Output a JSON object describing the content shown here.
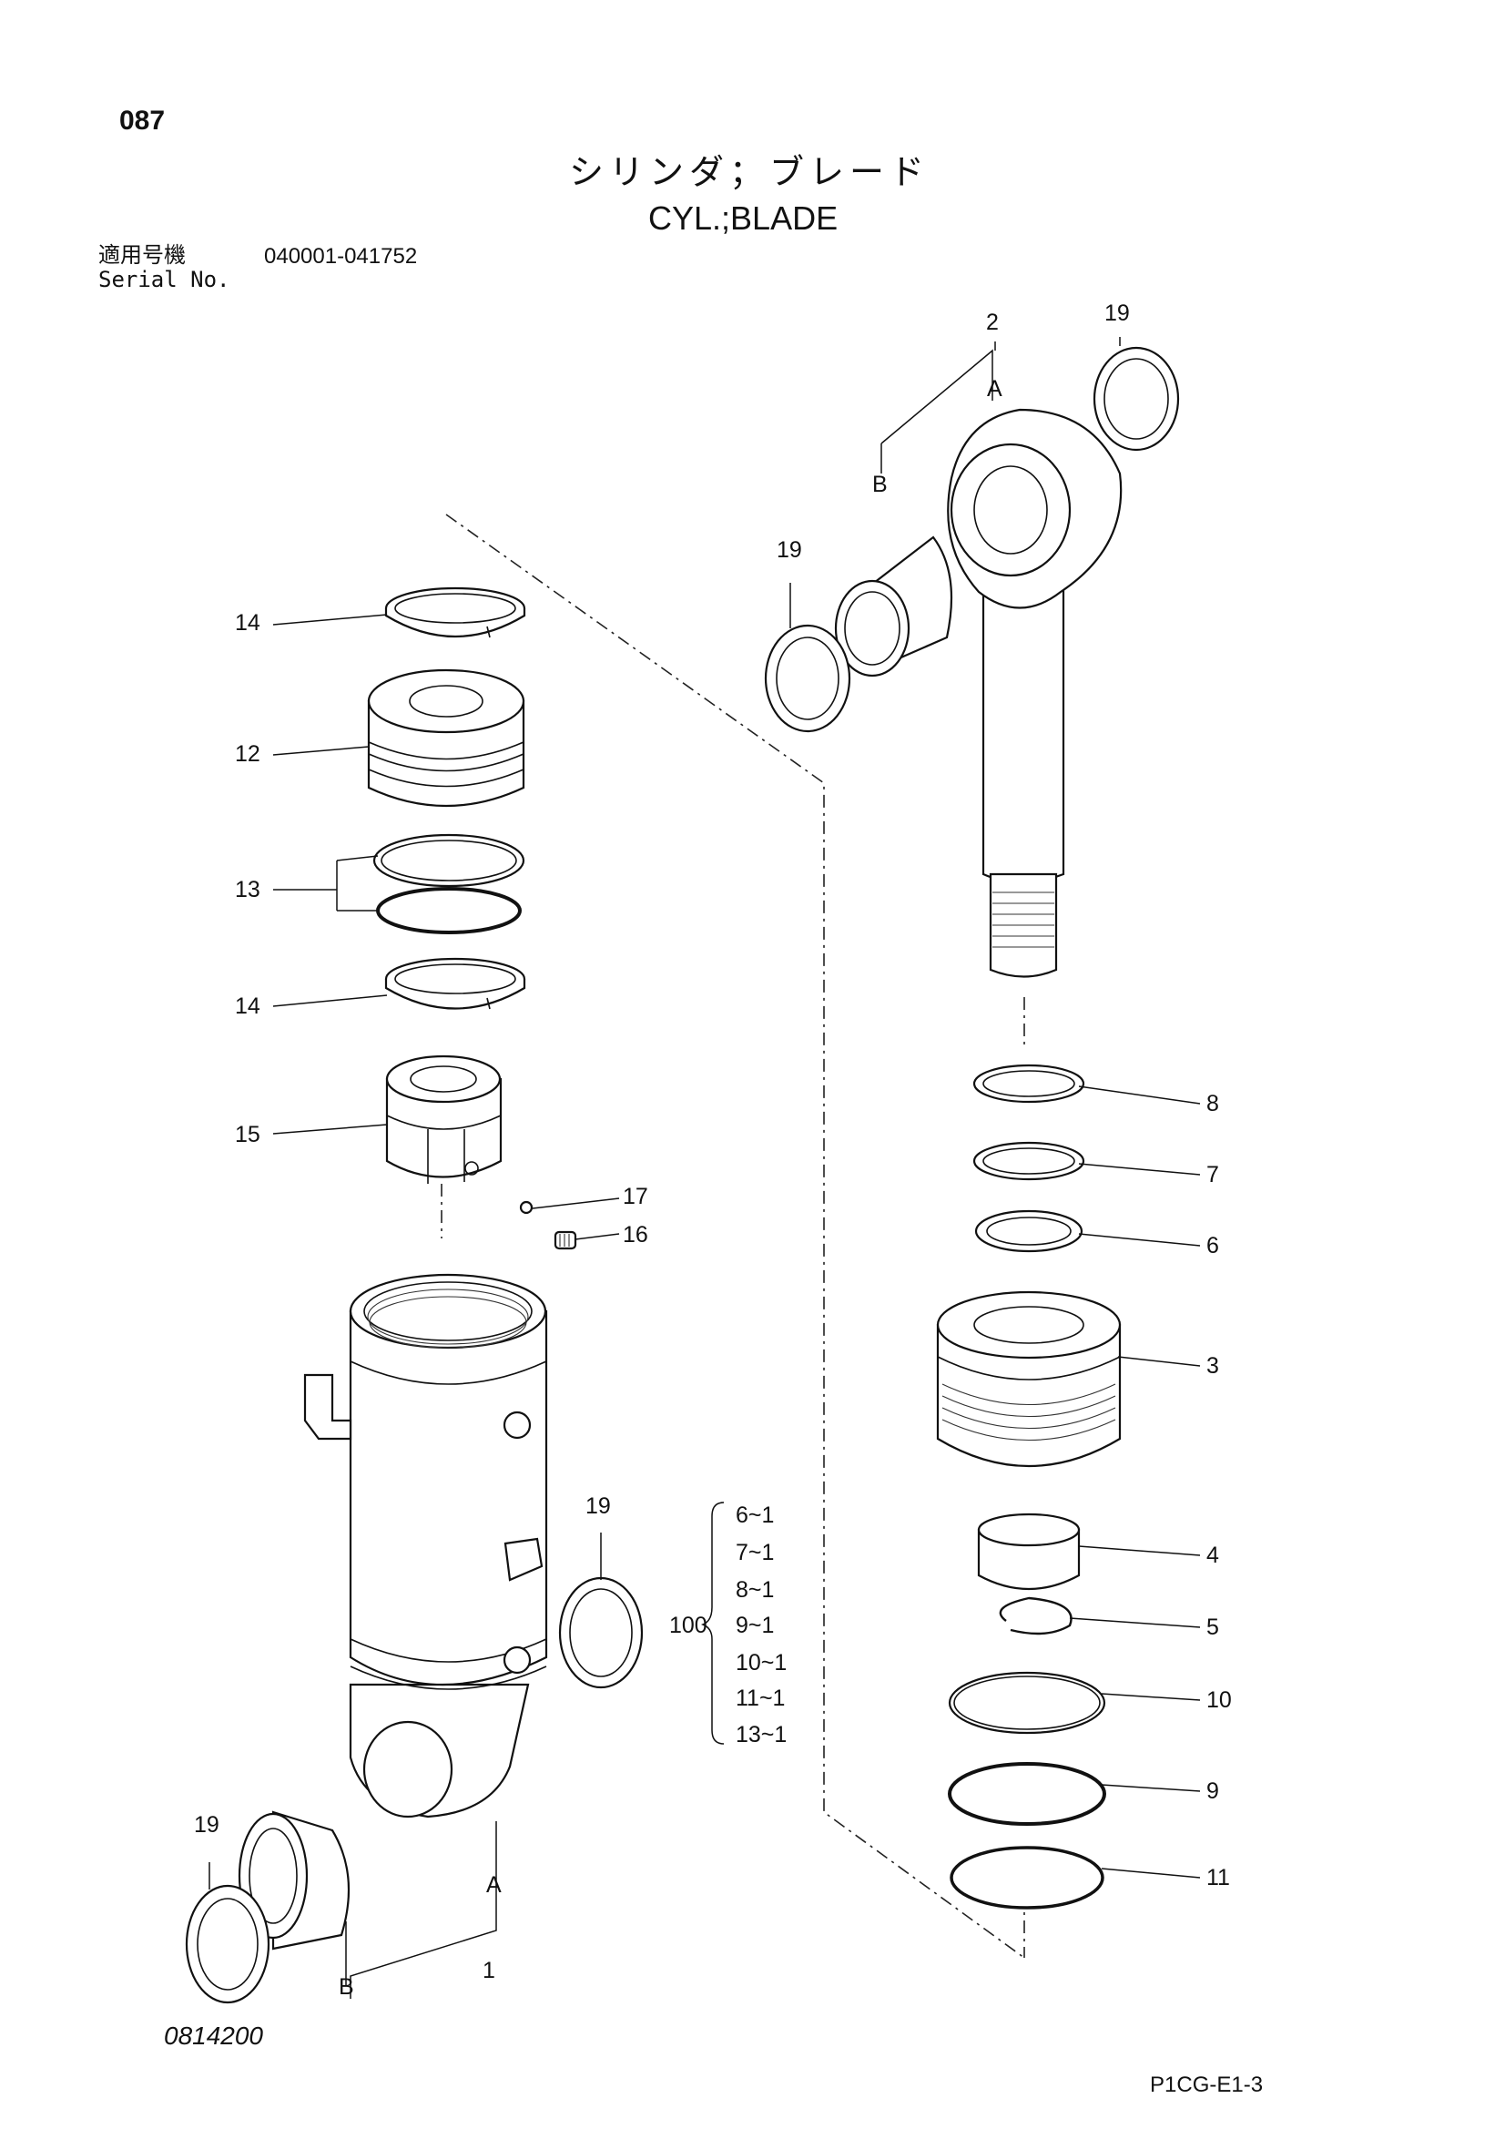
{
  "header": {
    "page_number": "087",
    "title_jp": "シリンダ；ブレード",
    "title_en": "CYL.;BLADE",
    "serial_label_jp": "適用号機",
    "serial_range": "040001-041752",
    "serial_label_en": "Serial No."
  },
  "callouts": {
    "c1": "1",
    "c2": "2",
    "c3": "3",
    "c4": "4",
    "c5": "5",
    "c6": "6",
    "c7": "7",
    "c8": "8",
    "c9": "9",
    "c10": "10",
    "c11": "11",
    "c12": "12",
    "c13": "13",
    "c14a": "14",
    "c14b": "14",
    "c15": "15",
    "c16": "16",
    "c17": "17",
    "c19a": "19",
    "c19b": "19",
    "c19c": "19",
    "c19d": "19"
  },
  "letters": {
    "rod_a": "A",
    "rod_b": "B",
    "tube_a": "A",
    "tube_b": "B"
  },
  "kit": {
    "number": "100",
    "items": [
      "6~1",
      "7~1",
      "8~1",
      "9~1",
      "10~1",
      "11~1",
      "13~1"
    ]
  },
  "footer": {
    "drawing_code": "0814200",
    "sheet_code": "P1CG-E1-3"
  }
}
